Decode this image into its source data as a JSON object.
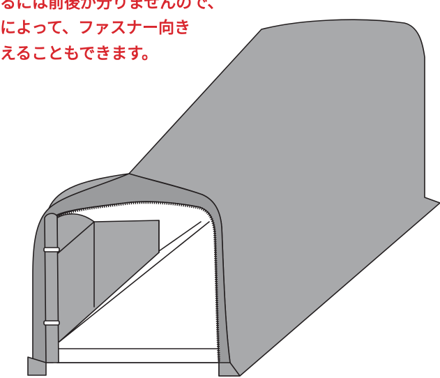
{
  "caption": {
    "lines": [
      "るには前後が分りませんので、",
      "によって、ファスナー向き",
      "えることもできます。"
    ],
    "color": "#d9272e"
  },
  "illustration": {
    "subject_icon": "tent-garage-icon",
    "colors": {
      "cover": "#a8a9ab",
      "cover_dark": "#9a9b9d",
      "interior": "#ffffff",
      "outline": "#231f20"
    }
  }
}
